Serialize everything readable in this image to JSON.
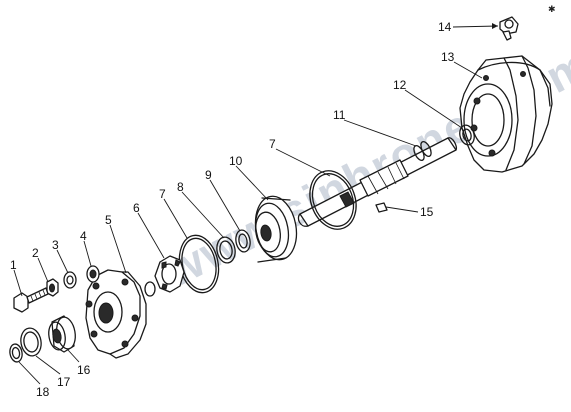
{
  "callouts": [
    {
      "number": "1"
    },
    {
      "number": "2"
    },
    {
      "number": "3"
    },
    {
      "number": "4"
    },
    {
      "number": "5"
    },
    {
      "number": "6"
    },
    {
      "number": "7"
    },
    {
      "number": "8"
    },
    {
      "number": "9"
    },
    {
      "number": "10"
    },
    {
      "number": "7"
    },
    {
      "number": "11"
    },
    {
      "number": "12"
    },
    {
      "number": "13"
    },
    {
      "number": "14"
    },
    {
      "number": "15"
    },
    {
      "number": "16"
    },
    {
      "number": "17"
    },
    {
      "number": "18"
    }
  ],
  "watermark": "www.sinhronet.com.ua",
  "corner_mark": "✱"
}
